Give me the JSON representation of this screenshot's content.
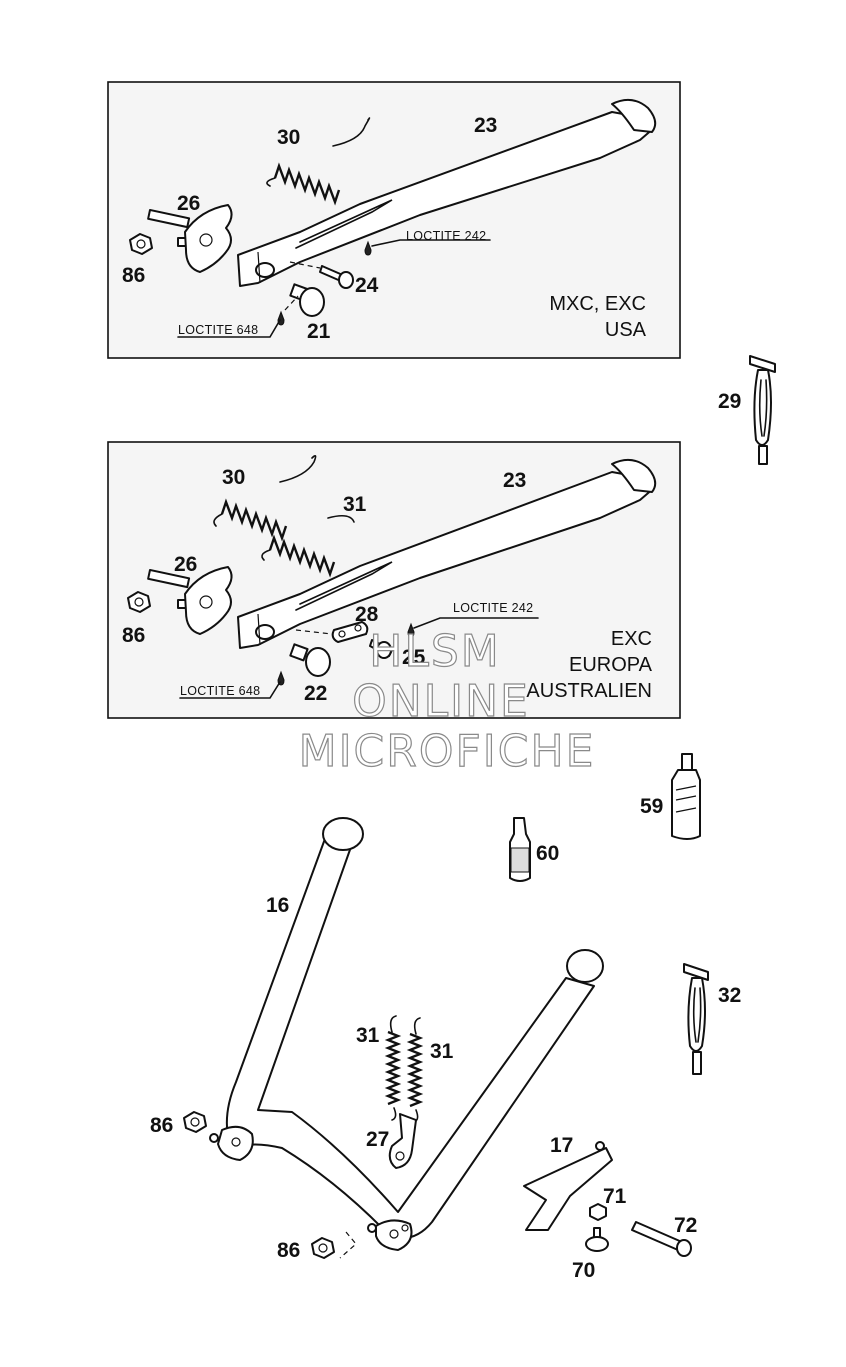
{
  "panels": [
    {
      "region_lines": [
        "MXC, EXC",
        "USA"
      ],
      "loctite_labels": [
        "LOCTITE 242",
        "LOCTITE 648"
      ]
    },
    {
      "region_lines": [
        "EXC",
        "EUROPA",
        "AUSTRALIEN"
      ],
      "loctite_labels": [
        "LOCTITE 242",
        "LOCTITE 648"
      ]
    }
  ],
  "part_numbers": {
    "p1_spring": "30",
    "p1_stand": "23",
    "p1_bolt": "26",
    "p1_nut": "86",
    "p1_screw": "24",
    "p1_bush": "21",
    "p2_spring": "30",
    "p2_stand": "23",
    "p2_spring2": "31",
    "p2_bolt": "26",
    "p2_nut": "86",
    "p2_plate": "28",
    "p2_screw": "25",
    "p2_bush": "22",
    "tool_top": "29",
    "tool_bottom": "32",
    "loctite_large": "59",
    "loctite_small": "60",
    "center_stand": "16",
    "spring_left": "31",
    "spring_right": "31",
    "nut_left": "86",
    "nut_bottom": "86",
    "bracket": "27",
    "plate": "17",
    "nut_small": "71",
    "bolt_long": "72",
    "bump_stop": "70"
  },
  "watermark": [
    "HLSM",
    "ONLINE",
    "MICROFICHE"
  ],
  "icons": [
    "side-stand",
    "spring",
    "pivot-bolt",
    "lock-nut",
    "screw",
    "bushing",
    "spring-hook-tool",
    "loctite-bottle",
    "center-stand",
    "bracket",
    "stand-plate",
    "bump-stop"
  ]
}
